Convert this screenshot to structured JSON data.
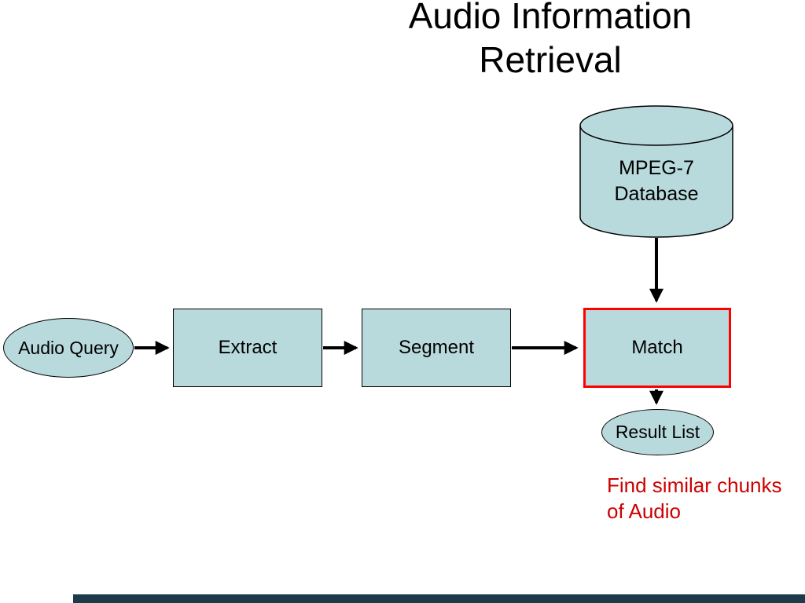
{
  "slide": {
    "title": {
      "line1": "Audio Information",
      "line2": "Retrieval"
    },
    "database": {
      "line1": "MPEG-7",
      "line2": "Database"
    },
    "nodes": {
      "audio_query": {
        "label": "Audio Query"
      },
      "extract": {
        "label": "Extract"
      },
      "segment": {
        "label": "Segment"
      },
      "match": {
        "label": "Match"
      },
      "result_list": {
        "label": "Result List"
      }
    },
    "annotation": {
      "line1": "Find similar chunks",
      "line2": "of Audio"
    },
    "colors": {
      "background": "#ffffff",
      "shape_fill": "#b9dadd",
      "shape_border": "#000000",
      "match_border": "#ff0000",
      "annotation_text": "#cc0000",
      "arrow": "#000000",
      "title_text": "#000000",
      "footer_bar": "#1c3b4a"
    }
  }
}
